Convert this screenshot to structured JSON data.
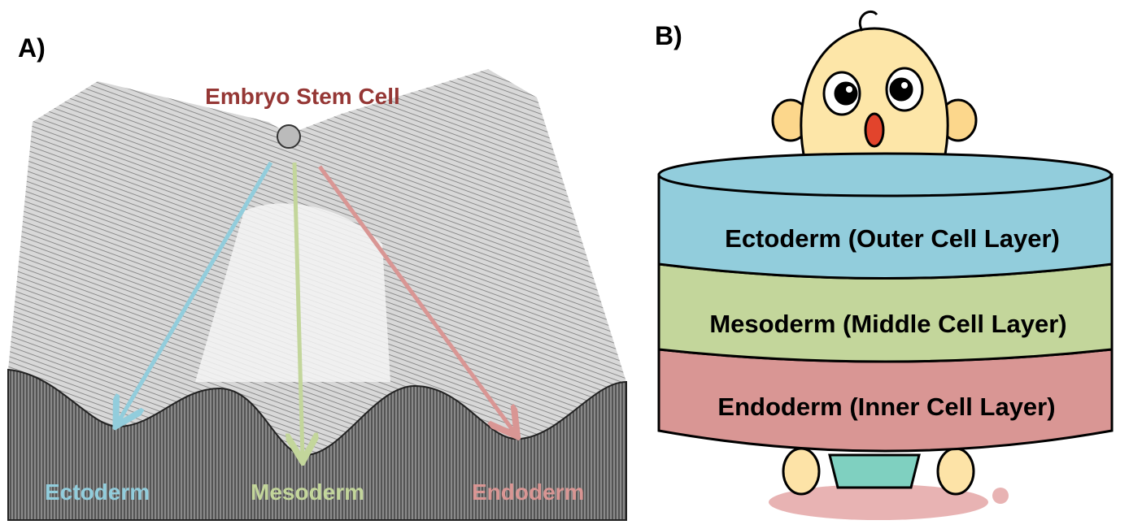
{
  "panel_a": {
    "label": "A)",
    "top_label": "Embryo Stem Cell",
    "outcomes": [
      {
        "label": "Ectoderm",
        "color": "#92cddc"
      },
      {
        "label": "Mesoderm",
        "color": "#c3d69b"
      },
      {
        "label": "Endoderm",
        "color": "#d99694"
      }
    ],
    "top_label_color": "#953735"
  },
  "panel_b": {
    "label": "B)",
    "layers": [
      {
        "label": "Ectoderm (Outer Cell Layer)",
        "color": "#92cddc"
      },
      {
        "label": "Mesoderm (Middle Cell Layer)",
        "color": "#c3d69b"
      },
      {
        "label": "Endoderm (Inner Cell Layer)",
        "color": "#d99694"
      }
    ]
  }
}
